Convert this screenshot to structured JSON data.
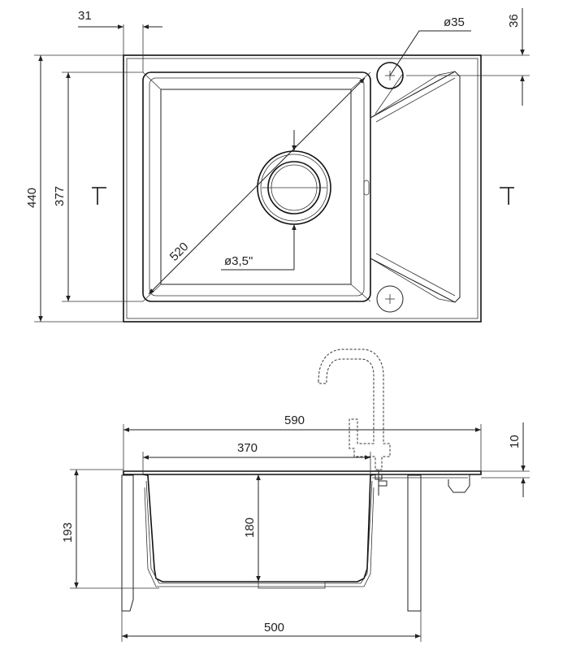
{
  "top_view": {
    "dims": {
      "flange_offset": "31",
      "tap_hole_diameter": "ø35",
      "tap_hole_offset": "36",
      "overall_depth": "440",
      "bowl_depth": "377",
      "bowl_diagonal": "520",
      "drain_size": "ø3,5\""
    }
  },
  "side_view": {
    "dims": {
      "overall_width": "590",
      "bowl_width": "370",
      "bowl_height": "180",
      "cabinet_height": "193",
      "flange_height": "10",
      "cabinet_width": "500"
    }
  }
}
